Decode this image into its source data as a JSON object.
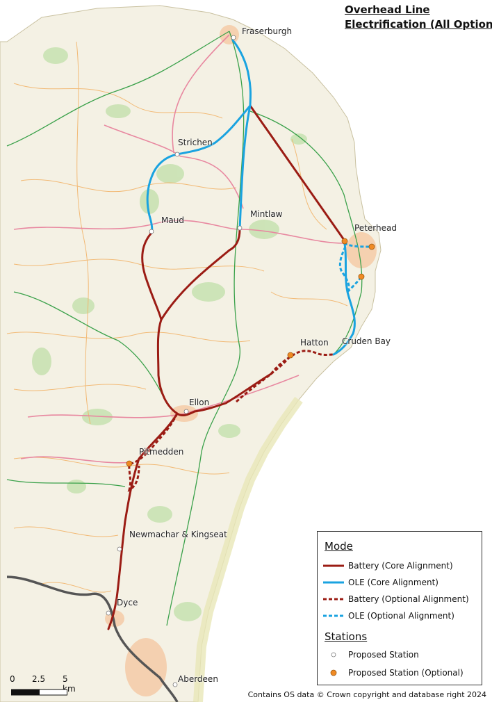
{
  "title_line1": "Overhead Line",
  "title_line2": "Electrification (All Options)",
  "places": {
    "fraserburgh": "Fraserburgh",
    "strichen": "Strichen",
    "maud": "Maud",
    "mintlaw": "Mintlaw",
    "peterhead": "Peterhead",
    "hatton": "Hatton",
    "cruden_bay": "Cruden Bay",
    "ellon": "Ellon",
    "pitmedden": "Pitmedden",
    "newmachar": "Newmachar & Kingseat",
    "dyce": "Dyce",
    "aberdeen": "Aberdeen"
  },
  "legend": {
    "mode_heading": "Mode",
    "battery_core": "Battery (Core Alignment)",
    "ole_core": "OLE (Core Alignment)",
    "battery_optional": "Battery (Optional Alignment)",
    "ole_optional": "OLE (Optional Alignment)",
    "stations_heading": "Stations",
    "proposed_station": "Proposed Station",
    "proposed_station_optional": "Proposed Station (Optional)"
  },
  "scale": {
    "zero": "0",
    "mid": "2.5",
    "end": "5 km"
  },
  "copyright": "Contains OS data © Crown copyright and database right 2024",
  "colors": {
    "battery": "#9b1c14",
    "ole": "#1aa3e0",
    "optional_station": "#f08a24",
    "sea": "#ffffff",
    "land": "#f4f1e4",
    "roads": "#f2b469",
    "a_roads": "#e888a0",
    "boundary": "#3aa14a",
    "existing_rail": "#555555"
  }
}
